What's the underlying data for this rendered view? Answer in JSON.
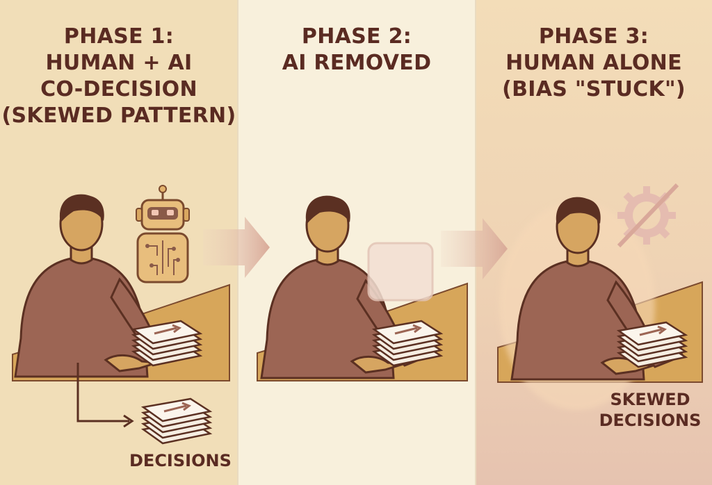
{
  "panels": [
    {
      "title_lines": [
        "PHASE 1:",
        "HUMAN + AI",
        "CO-DECISION",
        "(SKEWED PATTERN)"
      ],
      "caption": "DECISIONS",
      "icon": "robot-icon"
    },
    {
      "title_lines": [
        "PHASE 2:",
        "AI REMOVED"
      ],
      "icon": "empty-slot-icon"
    },
    {
      "title_lines": [
        "PHASE 3:",
        "HUMAN ALONE",
        "(BIAS \"STUCK\")"
      ],
      "caption_lines": [
        "SKEWED",
        "DECISIONS"
      ],
      "icon": "disabled-gear-icon"
    }
  ],
  "colors": {
    "text": "#5a2b22",
    "skin": "#d6a561",
    "hair": "#5b3022",
    "shirt": "#9c6554",
    "desk": "#d7a65a",
    "arrow": "#d9b0a2"
  }
}
